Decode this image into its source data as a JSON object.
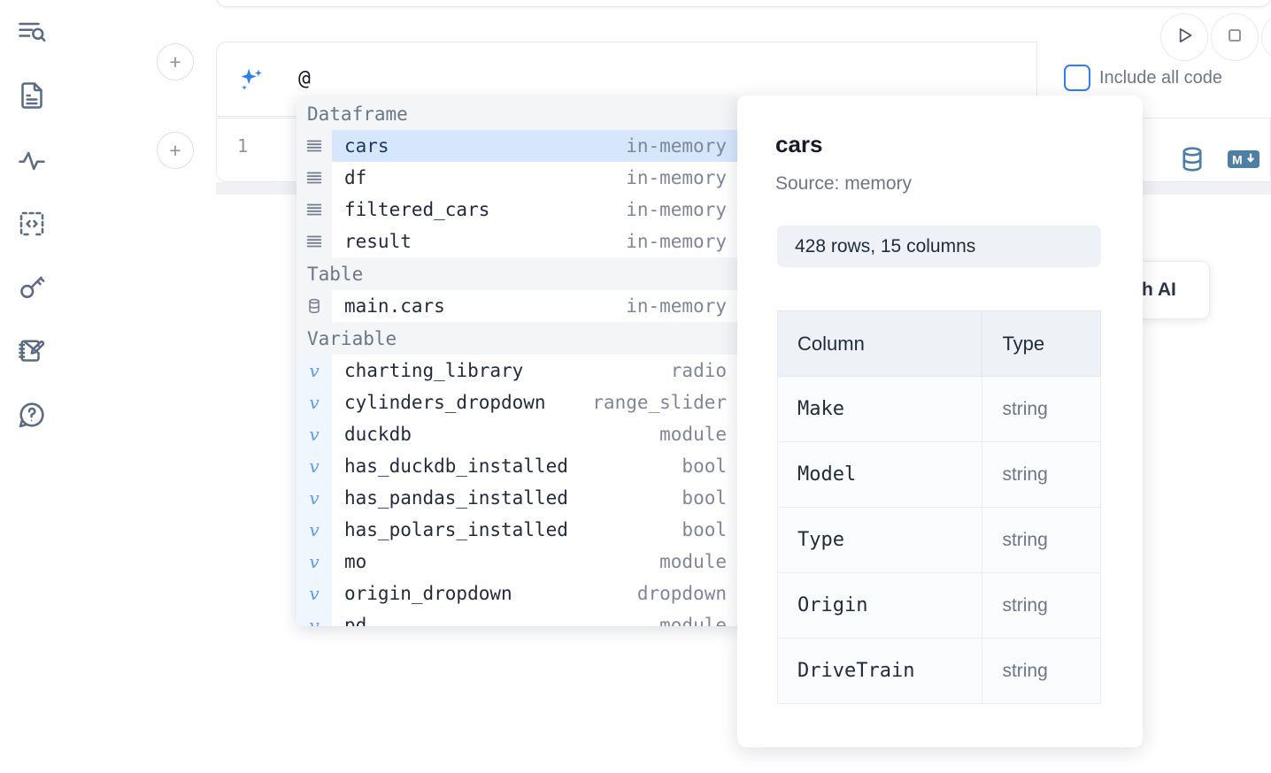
{
  "sidebar": {
    "items": [
      {
        "icon": "file-search-icon",
        "name": "explore"
      },
      {
        "icon": "document-icon",
        "name": "notebook"
      },
      {
        "icon": "activity-icon",
        "name": "activity"
      },
      {
        "icon": "code-brackets-icon",
        "name": "code"
      },
      {
        "icon": "key-icon",
        "name": "secrets"
      },
      {
        "icon": "notebook-pencil-icon",
        "name": "scratchpad"
      },
      {
        "icon": "help-chat-icon",
        "name": "help"
      }
    ]
  },
  "toolbar": {
    "run_icon": "play-icon",
    "stop_icon": "stop-icon",
    "more_icon": "more-icon",
    "include_all_code_label": "Include all code",
    "include_all_code_checked": false,
    "accent_color": "#2f80ed"
  },
  "ai_prompt": {
    "sparkle_icon": "sparkle-icon",
    "value": "@",
    "placeholder": ""
  },
  "code_cell": {
    "line_number": "1",
    "icons": [
      {
        "icon": "database-icon",
        "name": "sql-cell"
      },
      {
        "icon": "markdown-icon",
        "name": "markdown-cell"
      }
    ]
  },
  "ai_card": {
    "label": "h AI"
  },
  "add_buttons": [
    {
      "label": "+"
    },
    {
      "label": "+"
    }
  ],
  "autocomplete": {
    "groups": [
      {
        "label": "Dataframe",
        "items": [
          {
            "icon": "dataframe-icon",
            "name": "cars",
            "kind": "in-memory",
            "selected": true
          },
          {
            "icon": "dataframe-icon",
            "name": "df",
            "kind": "in-memory",
            "selected": false
          },
          {
            "icon": "dataframe-icon",
            "name": "filtered_cars",
            "kind": "in-memory",
            "selected": false
          },
          {
            "icon": "dataframe-icon",
            "name": "result",
            "kind": "in-memory",
            "selected": false
          }
        ]
      },
      {
        "label": "Table",
        "items": [
          {
            "icon": "table-icon",
            "name": "main.cars",
            "kind": "in-memory",
            "selected": false
          }
        ]
      },
      {
        "label": "Variable",
        "items": [
          {
            "icon": "variable-icon",
            "name": "charting_library",
            "kind": "radio",
            "selected": false
          },
          {
            "icon": "variable-icon",
            "name": "cylinders_dropdown",
            "kind": "range_slider",
            "selected": false
          },
          {
            "icon": "variable-icon",
            "name": "duckdb",
            "kind": "module",
            "selected": false
          },
          {
            "icon": "variable-icon",
            "name": "has_duckdb_installed",
            "kind": "bool",
            "selected": false
          },
          {
            "icon": "variable-icon",
            "name": "has_pandas_installed",
            "kind": "bool",
            "selected": false
          },
          {
            "icon": "variable-icon",
            "name": "has_polars_installed",
            "kind": "bool",
            "selected": false
          },
          {
            "icon": "variable-icon",
            "name": "mo",
            "kind": "module",
            "selected": false
          },
          {
            "icon": "variable-icon",
            "name": "origin_dropdown",
            "kind": "dropdown",
            "selected": false
          },
          {
            "icon": "variable-icon",
            "name": "pd",
            "kind": "module",
            "selected": false
          }
        ]
      }
    ],
    "selected_highlight_color": "#d6e6fb"
  },
  "preview": {
    "title": "cars",
    "source": "Source: memory",
    "shape": "428 rows, 15 columns",
    "table": {
      "headers": [
        "Column",
        "Type"
      ],
      "rows": [
        [
          "Make",
          "string"
        ],
        [
          "Model",
          "string"
        ],
        [
          "Type",
          "string"
        ],
        [
          "Origin",
          "string"
        ],
        [
          "DriveTrain",
          "string"
        ]
      ]
    }
  }
}
